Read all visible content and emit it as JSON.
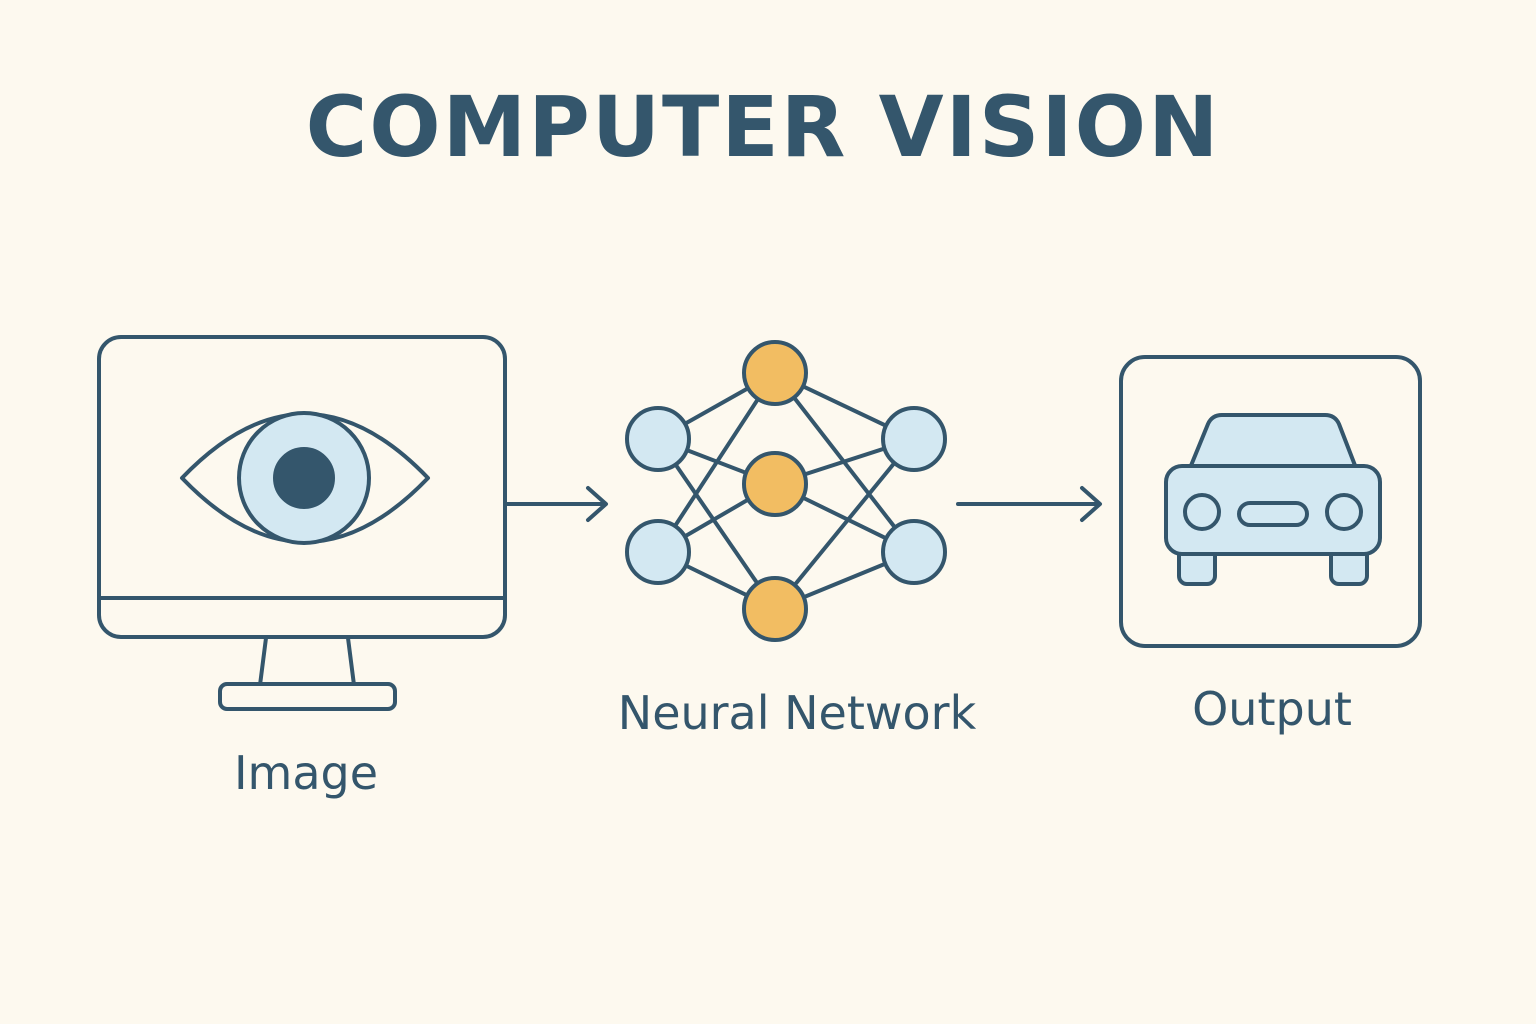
{
  "title": "COMPUTER VISION",
  "stages": [
    {
      "label": "Image",
      "icon": "monitor-eye-icon"
    },
    {
      "label": "Neural Network",
      "icon": "neural-network-icon"
    },
    {
      "label": "Output",
      "icon": "car-icon"
    }
  ],
  "colors": {
    "background": "#fdf9ef",
    "stroke": "#34566c",
    "light_blue": "#d3e8f2",
    "orange": "#f2bd62"
  }
}
